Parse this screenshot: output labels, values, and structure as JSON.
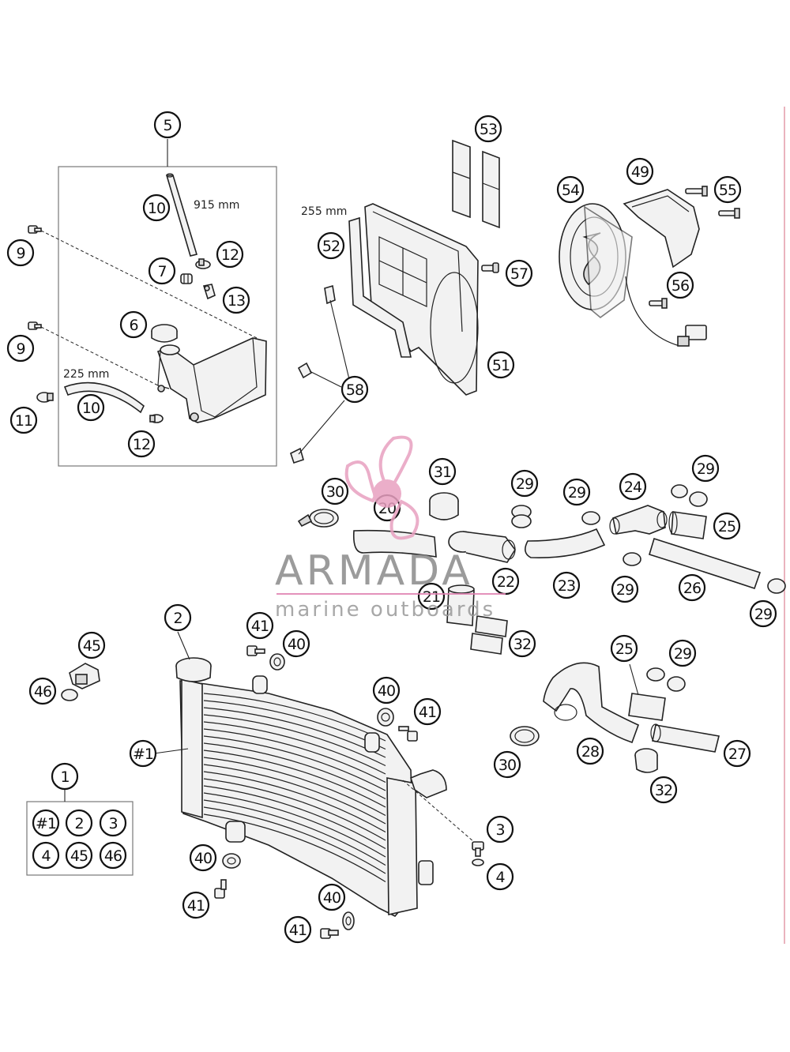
{
  "watermark": {
    "brand": "ARMADA",
    "tagline": "marine outboards",
    "color": "#e8a0c0",
    "line_color": "#e080b0"
  },
  "dimensions": {
    "hose_long": "915 mm",
    "hose_short": "225 mm",
    "shroud_width": "255 mm"
  },
  "callouts": {
    "c1": "1",
    "c2": "2",
    "c3": "3",
    "c4": "4",
    "c5": "5",
    "c6": "6",
    "c7": "7",
    "c9a": "9",
    "c9b": "9",
    "c10a": "10",
    "c10b": "10",
    "c11": "11",
    "c12a": "12",
    "c12b": "12",
    "c13": "13",
    "c20": "20",
    "c21": "21",
    "c22": "22",
    "c23": "23",
    "c24": "24",
    "c25a": "25",
    "c25b": "25",
    "c26": "26",
    "c27": "27",
    "c28": "28",
    "c29a": "29",
    "c29b": "29",
    "c29c": "29",
    "c29d": "29",
    "c29e": "29",
    "c29f": "29",
    "c30a": "30",
    "c30b": "30",
    "c31": "31",
    "c32a": "32",
    "c32b": "32",
    "c40a": "40",
    "c40b": "40",
    "c40c": "40",
    "c40d": "40",
    "c41a": "41",
    "c41b": "41",
    "c41c": "41",
    "c41d": "41",
    "c45": "45",
    "c46": "46",
    "c49": "49",
    "c51": "51",
    "c52": "52",
    "c53": "53",
    "c54": "54",
    "c55": "55",
    "c56": "56",
    "c57": "57",
    "c58": "58",
    "cr1": "#1"
  },
  "kit_contents": [
    "#1",
    "2",
    "3",
    "4",
    "45",
    "46"
  ]
}
